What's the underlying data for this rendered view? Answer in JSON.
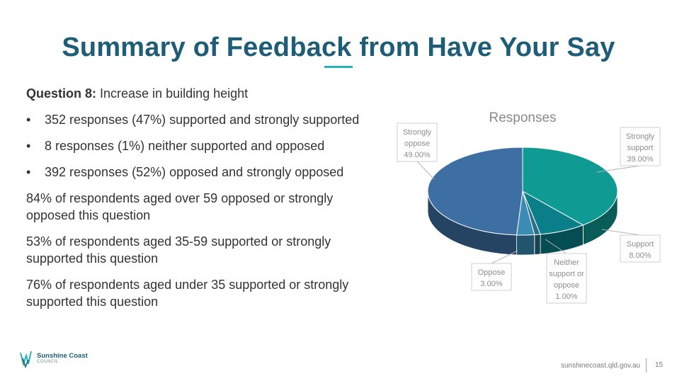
{
  "slide": {
    "title": "Summary of Feedback from Have Your Say",
    "question_label": "Question 8:",
    "question_text": " Increase in building height",
    "bullets": [
      "352 responses (47%) supported and strongly supported",
      "8 responses (1%) neither supported and opposed",
      "392 responses (52%) opposed and strongly opposed"
    ],
    "paragraphs": [
      "84% of respondents aged over 59 opposed or strongly opposed this question",
      "53% of respondents aged 35-59 supported or strongly supported this question",
      "76% of respondents aged under 35 supported or strongly supported this question"
    ],
    "bullet_glyph": "•"
  },
  "footer": {
    "logo_name": "Sunshine Coast",
    "logo_sub": "COUNCIL",
    "url": "sunshinecoast.qld.gov.au",
    "page": "15"
  },
  "chart_data": {
    "type": "pie",
    "title": "Responses",
    "style": "3d",
    "slices": [
      {
        "name": "Strongly support",
        "value": 39.0,
        "label": "39.00%",
        "color": "#0f9a93"
      },
      {
        "name": "Support",
        "value": 8.0,
        "label": "8.00%",
        "color": "#0a7f8a"
      },
      {
        "name": "Neither support or oppose",
        "value": 1.0,
        "label": "1.00%",
        "color": "#2a6f86"
      },
      {
        "name": "Oppose",
        "value": 3.0,
        "label": "3.00%",
        "color": "#3a8cb5"
      },
      {
        "name": "Strongly oppose",
        "value": 49.0,
        "label": "49.00%",
        "color": "#3d6fa3"
      }
    ]
  }
}
